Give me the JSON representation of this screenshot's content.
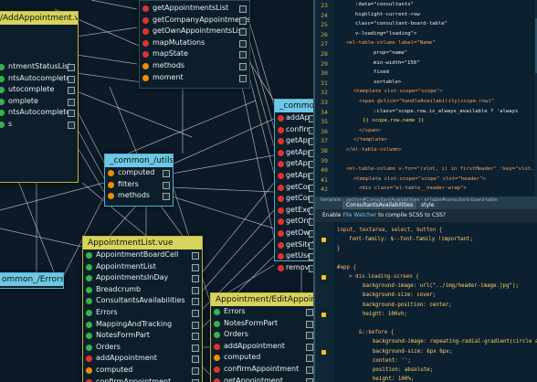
{
  "nodes": {
    "add_appointment": {
      "title": "/AddAppointment.vue",
      "rows": [
        "ntmentStatusList",
        "ntsAutocomplete",
        "utocomplete",
        "omplete",
        "ntsAutocomplete",
        "s"
      ]
    },
    "mapped": {
      "rows": [
        "getAppointmentsList",
        "getCompanyAppointmentsList",
        "getOwnAppointmentsList",
        "mapMutations",
        "mapState",
        "methods",
        "moment"
      ]
    },
    "common_utils": {
      "title": "_common_/utils.js",
      "rows": [
        "computed",
        "filters",
        "methods"
      ]
    },
    "common_right": {
      "title": "_common",
      "rows": [
        "addAppoin",
        "confirmAp",
        "getAppoin",
        "getAppoin",
        "getAppoin",
        "getAppoin",
        "getConfi",
        "getConsul",
        "getExclu",
        "getOrdel",
        "getOwnAp",
        "getSiteDa",
        "getUserD",
        "removeOr"
      ]
    },
    "appointment_list": {
      "title": "AppointmentList.vue",
      "rows": [
        "AppointmentBoardCell",
        "AppointmentList",
        "AppointmentsInDay",
        "Breadcrumb",
        "ConsultantsAvailabilities",
        "Errors",
        "MappingAndTracking",
        "NotesFormPart",
        "Orders",
        "addAppointment",
        "computed",
        "confirmAppointment"
      ]
    },
    "errors_js": {
      "title": "ommon_/Errors.js"
    },
    "edit_appointment": {
      "title": "Appointment/EditAppointment.vue",
      "rows": [
        "Errors",
        "NotesFormPart",
        "Orders",
        "addAppointment",
        "computed",
        "confirmAppointment",
        "getAppointment"
      ]
    }
  },
  "editor": {
    "top_lines": [
      ":data=\"consultants\"",
      "highlight-current-row",
      "class=\"consultant-board-table\"",
      "v-loading=\"loading\">",
      "<el-table-column label=\"Name\"",
      "prop=\"name\"",
      "min-width=\"150\"",
      "fixed",
      "sortable>",
      "<template slot-scope=\"scope\">",
      "<span @click=\"handleAvailability(scope.row)\"",
      ":class=\"scope.row.is_always_available ? 'always",
      "{{ scope.row.name }}",
      "</span>",
      "</template>",
      "</el-table-column>",
      "",
      "<el-table-column v-for=\"(slot, i) in firstHeader\" :key=\"slot.id",
      "<template slot-scope=\"scope\" slot=\"header\">",
      "<div class=\"el-table__header-wrap\">"
    ],
    "top_line_numbers": [
      "23",
      "24",
      "25",
      "26",
      "27",
      "28",
      "29",
      "30",
      "31",
      "32",
      "33",
      "34",
      "35",
      "36",
      "37",
      "38",
      "39",
      "40",
      "41",
      "42"
    ],
    "breadcrumbs": "template  ›  section#ConsultantAvailabilities  ›  el-table#consultant-board-table",
    "tabs": [
      "ConsultantsAvailabilities",
      "style"
    ],
    "notice": {
      "pre": "Enable ",
      "link": "File Watcher",
      "post": " to compile SCSS to CSS?"
    },
    "bottom_lines": [
      "input, textarea, select, button {",
      "  font-family: $--font-family !important;",
      "}",
      "",
      "#app {",
      "  > div.loading-screen {",
      "    background-image: url(\"../img/header-image.jpg\");",
      "    background-size: cover;",
      "    background-position: center;",
      "    height: 100vh;",
      "",
      "    &::before {",
      "      background-image: repeating-radial-gradient(circle at center, rgb",
      "      background-size: 6px 6px;",
      "      content: '';",
      "      position: absolute;",
      "      height: 100%;"
    ]
  }
}
